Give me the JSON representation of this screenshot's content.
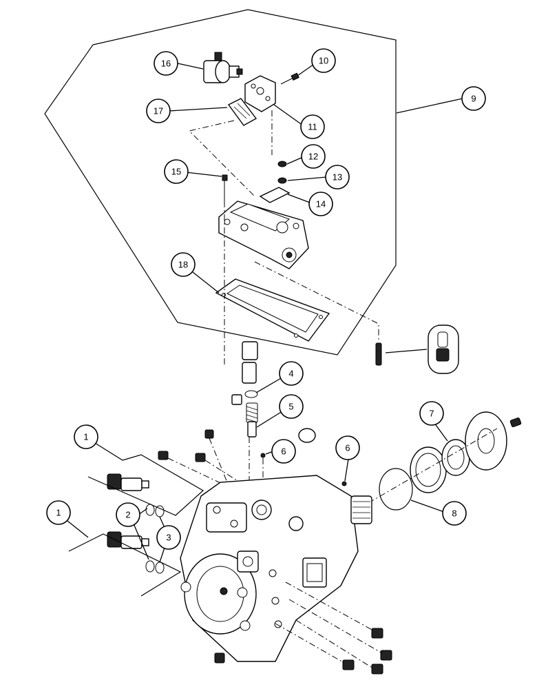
{
  "diagram": {
    "callouts": [
      {
        "id": "c16",
        "label": "16"
      },
      {
        "id": "c10",
        "label": "10"
      },
      {
        "id": "c17",
        "label": "17"
      },
      {
        "id": "c11",
        "label": "11"
      },
      {
        "id": "c9",
        "label": "9"
      },
      {
        "id": "c12",
        "label": "12"
      },
      {
        "id": "c13",
        "label": "13"
      },
      {
        "id": "c15",
        "label": "15"
      },
      {
        "id": "c14",
        "label": "14"
      },
      {
        "id": "c18",
        "label": "18"
      },
      {
        "id": "c4",
        "label": "4"
      },
      {
        "id": "c5",
        "label": "5"
      },
      {
        "id": "c7",
        "label": "7"
      },
      {
        "id": "c1a",
        "label": "1"
      },
      {
        "id": "c6a",
        "label": "6"
      },
      {
        "id": "c6b",
        "label": "6"
      },
      {
        "id": "c8",
        "label": "8"
      },
      {
        "id": "c1b",
        "label": "1"
      },
      {
        "id": "c2",
        "label": "2"
      },
      {
        "id": "c3",
        "label": "3"
      }
    ]
  }
}
